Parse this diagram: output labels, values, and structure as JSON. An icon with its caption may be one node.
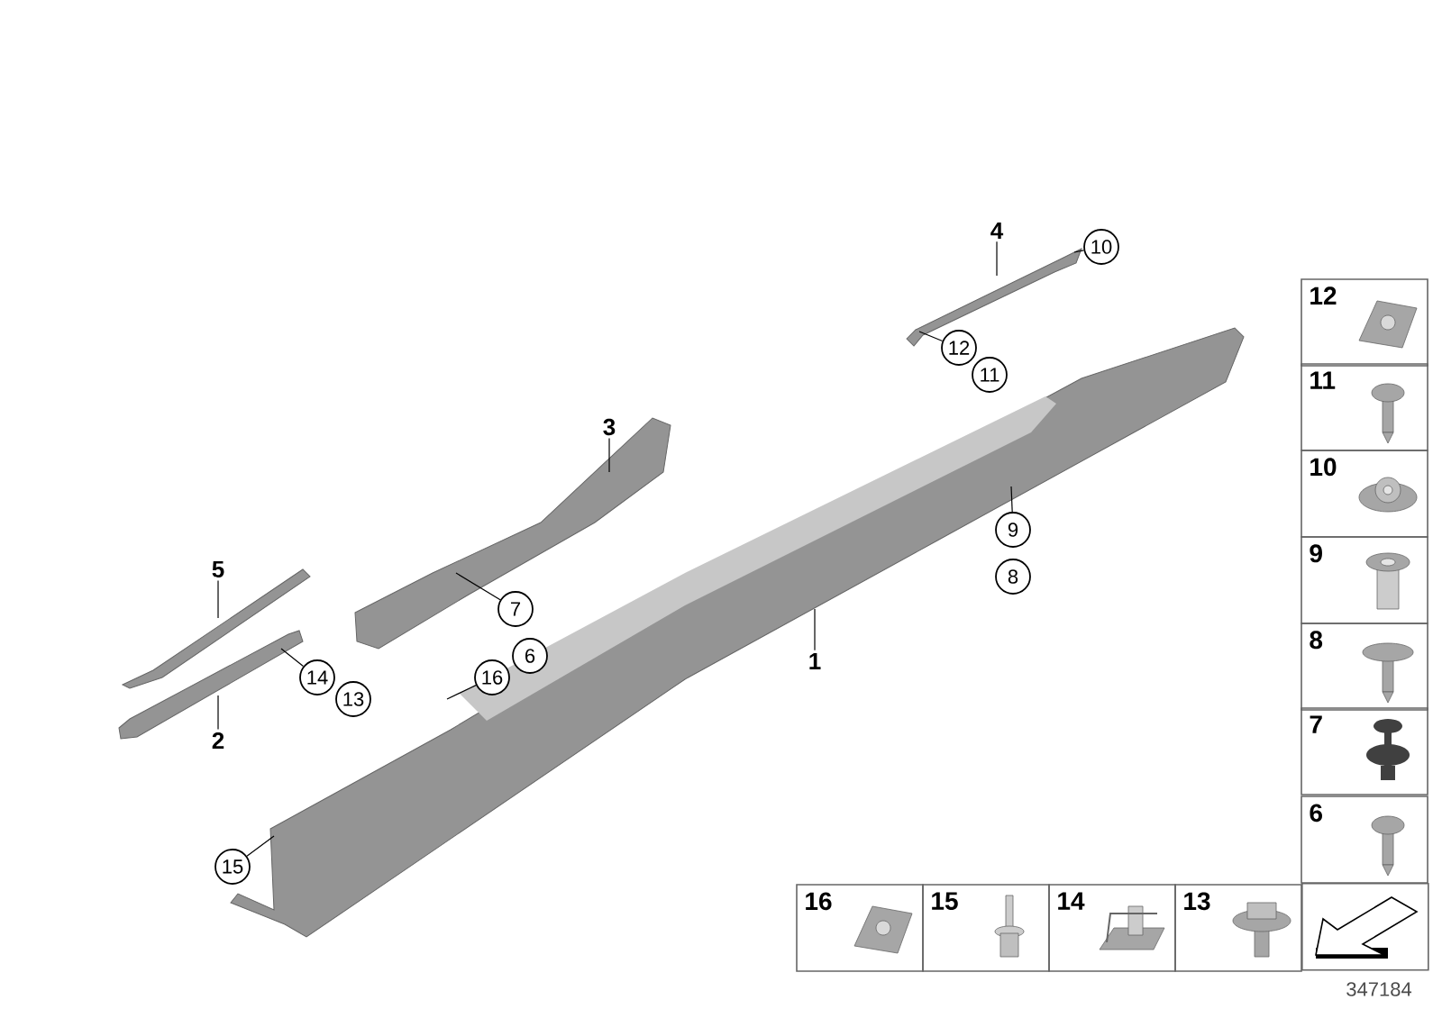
{
  "diagram": {
    "nodes": [
      {
        "text": [
          "4"
        ]
      },
      {
        "text": [
          "10"
        ]
      },
      {
        "text": [],
        "shape": "picture"
      },
      {
        "text": [
          "12"
        ]
      },
      {
        "text": [
          "11"
        ]
      },
      {
        "text": [
          "3"
        ]
      },
      {
        "text": [],
        "shape": "picture"
      },
      {
        "text": [],
        "shape": "picture"
      },
      {
        "text": [
          "9"
        ]
      },
      {
        "text": [
          "8"
        ]
      },
      {
        "text": [
          "5"
        ]
      },
      {
        "text": [],
        "shape": "picture"
      },
      {
        "text": [
          "7"
        ]
      },
      {
        "text": [
          "6"
        ]
      },
      {
        "text": [
          "16"
        ]
      },
      {
        "text": [],
        "shape": "picture"
      },
      {
        "text": [
          "1"
        ]
      },
      {
        "text": [
          "14"
        ]
      },
      {
        "text": [
          "13"
        ]
      },
      {
        "text": [
          "2"
        ]
      },
      {
        "text": [
          "15"
        ]
      },
      {
        "text": [
          "12"
        ]
      },
      {
        "text": [
          "11"
        ]
      },
      {
        "text": [
          "10"
        ]
      },
      {
        "text": [
          "9"
        ]
      },
      {
        "text": [
          "8"
        ]
      },
      {
        "text": [
          "7"
        ]
      },
      {
        "text": [
          "6"
        ]
      },
      {
        "text": [],
        "shape": "box"
      },
      {
        "text": [
          "16"
        ]
      },
      {
        "text": [
          "15"
        ]
      },
      {
        "text": [
          "14"
        ]
      },
      {
        "text": [
          "13"
        ]
      }
    ],
    "edges": [
      {
        "from": 0,
        "to": 2,
        "arrow": "none"
      },
      {
        "from": 1,
        "to": 2,
        "arrow": "none"
      },
      {
        "from": 3,
        "to": 2,
        "arrow": "none"
      },
      {
        "from": 5,
        "to": 6,
        "arrow": "none"
      },
      {
        "from": 8,
        "to": 7,
        "arrow": "none"
      },
      {
        "from": 10,
        "to": 11,
        "arrow": "none"
      },
      {
        "from": 12,
        "to": 6,
        "arrow": "none"
      },
      {
        "from": 14,
        "to": 7,
        "arrow": "none"
      },
      {
        "from": 16,
        "to": 7,
        "arrow": "none"
      },
      {
        "from": 17,
        "to": 15,
        "arrow": "none"
      },
      {
        "from": 19,
        "to": 15,
        "arrow": "none"
      },
      {
        "from": 20,
        "to": 7,
        "arrow": "none"
      }
    ],
    "labels": [
      "347184"
    ]
  }
}
